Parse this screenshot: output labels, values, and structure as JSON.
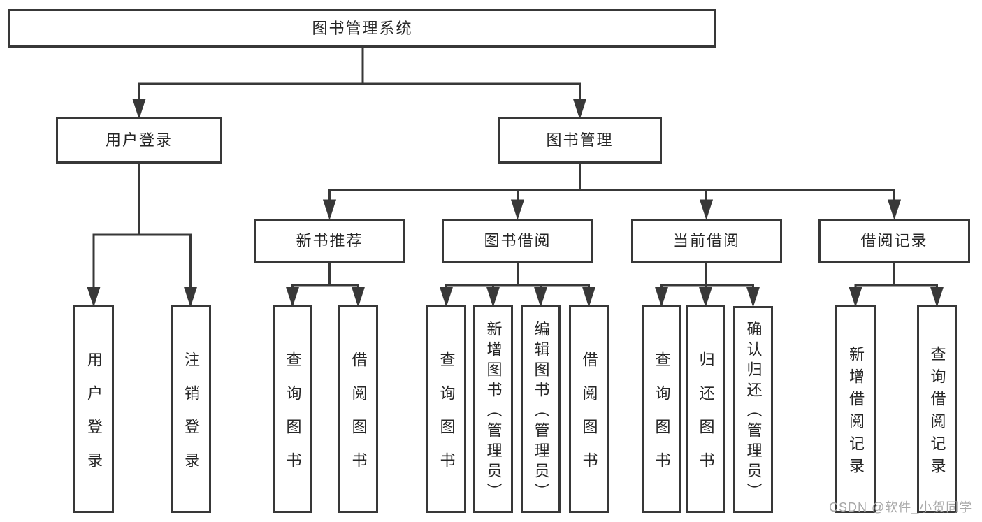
{
  "diagram_type": "hierarchy-tree",
  "watermark": "CSDN @软件_小贺同学",
  "colors": {
    "line": "#383838",
    "text": "#262626",
    "background": "#ffffff",
    "watermark": "#a9a9a9"
  },
  "tree": {
    "root": {
      "label": "图书管理系统",
      "children": [
        {
          "label": "用户登录",
          "children": [
            {
              "label": "用户登录"
            },
            {
              "label": "注销登录"
            }
          ]
        },
        {
          "label": "图书管理",
          "children": [
            {
              "label": "新书推荐",
              "children": [
                {
                  "label": "查询图书"
                },
                {
                  "label": "借阅图书"
                }
              ]
            },
            {
              "label": "图书借阅",
              "children": [
                {
                  "label": "查询图书"
                },
                {
                  "label": "新增图书（管理员）"
                },
                {
                  "label": "编辑图书（管理员）"
                },
                {
                  "label": "借阅图书"
                }
              ]
            },
            {
              "label": "当前借阅",
              "children": [
                {
                  "label": "查询图书"
                },
                {
                  "label": "归还图书"
                },
                {
                  "label": "确认归还（管理员）"
                }
              ]
            },
            {
              "label": "借阅记录",
              "children": [
                {
                  "label": "新增借阅记录"
                },
                {
                  "label": "查询借阅记录"
                }
              ]
            }
          ]
        }
      ]
    }
  }
}
